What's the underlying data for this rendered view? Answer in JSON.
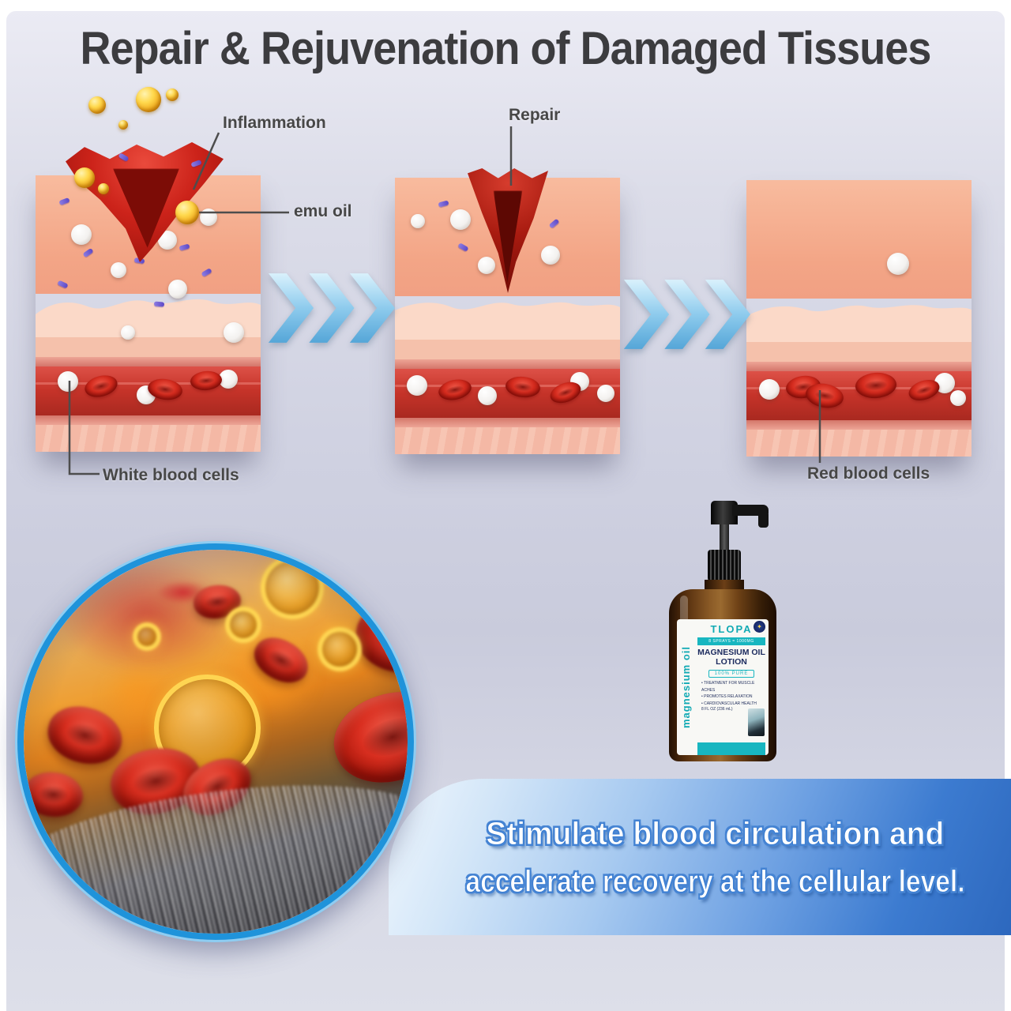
{
  "title": "Repair & Rejuvenation of Damaged Tissues",
  "diagram": {
    "label_inflammation": "Inflammation",
    "label_emu_oil": "emu oil",
    "label_repair": "Repair",
    "label_white_blood_cells": "White blood cells",
    "label_red_blood_cells": "Red blood cells"
  },
  "product": {
    "brand": "TLOPA",
    "badge_glyph": "✦",
    "side_text": "magnesium oil",
    "dosage_band": "8 SPRAYS = 1000MG",
    "name_line1": "MAGNESIUM OIL",
    "name_line2": "LOTION",
    "purity": "100% PURE",
    "bullets": [
      "• TREATMENT FOR MUSCLE ACHES",
      "• PROMOTES RELAXATION",
      "• CARDIOVASCULAR HEALTH"
    ],
    "volume": "8 FL OZ (236 mL)"
  },
  "banner": {
    "line1": "Stimulate blood circulation and",
    "line2": "accelerate recovery at the cellular level."
  },
  "colors": {
    "background_lavender": "#cfd1e1",
    "title_gray": "#3c3c3f",
    "arrow_blue": "#7ec8ea",
    "inset_ring_blue": "#1f93da",
    "banner_blue": "#2d68be",
    "label_teal": "#18b6c0",
    "wound_red": "#a81b10",
    "skin_peach": "#f3a586"
  }
}
